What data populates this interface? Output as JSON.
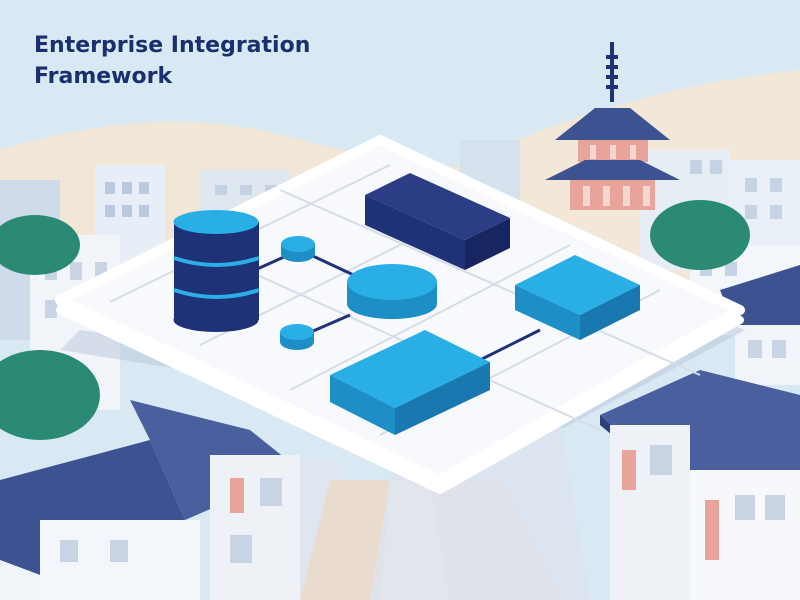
{
  "title": {
    "line1": "Enterprise Integration",
    "line2": "Framework"
  },
  "colors": {
    "sky": "#d9e9f3",
    "hill": "#f2e6d6",
    "navy": "#1f3278",
    "cyan": "#2aaee6",
    "roof": "#3d5291",
    "pink": "#e8a49a",
    "green": "#2b8a73",
    "platform": "#f7f9fc",
    "grid": "#d6dce8",
    "title": "#1a2f6e"
  },
  "illustration": {
    "background": [
      "hills",
      "city-buildings",
      "pagoda",
      "trees"
    ],
    "foreground": [
      "tiled-roof-houses",
      "street"
    ],
    "platform_nodes": [
      "database-cylinder",
      "small-node-top",
      "small-node-bottom",
      "hub-disc",
      "dark-block",
      "cyan-block-right",
      "cyan-block-front"
    ]
  }
}
